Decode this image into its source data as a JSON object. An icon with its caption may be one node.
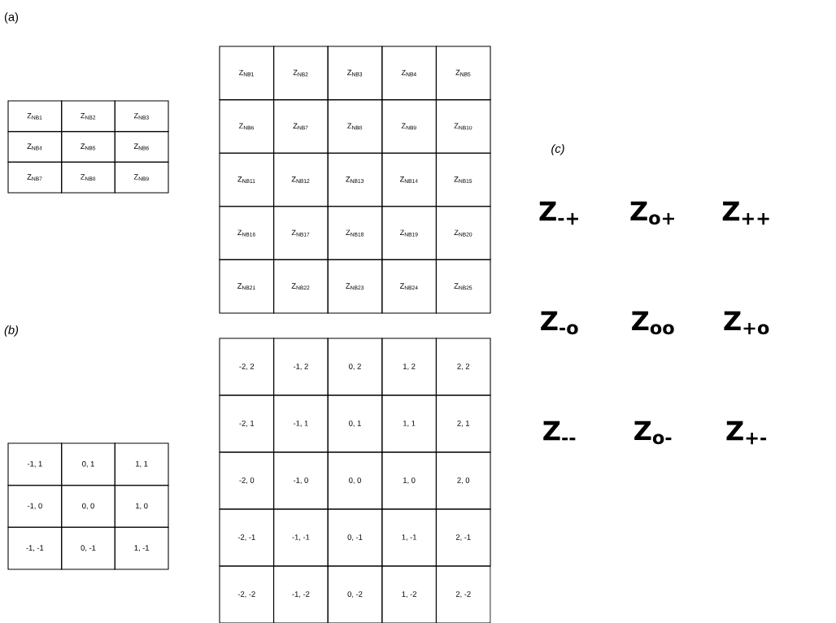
{
  "diagram": {
    "labels": [
      "(a)",
      "Z$_{NB1}$",
      "Z$_{NB2}$",
      "Z$_{NB3}$",
      "Z$_{NB4}$",
      "Z$_{NB5}$",
      "Z$_{NB6}$",
      "Z$_{NB7}$",
      "Z$_{NB8}$",
      "Z$_{NB9}$",
      "Z$_{NB1}$",
      "Z$_{NB2}$",
      "Z$_{NB3}$",
      "Z$_{NB4}$",
      "Z$_{NB5}$",
      "Z$_{NB6}$",
      "Z$_{NB7}$",
      "Z$_{NB8}$",
      "Z$_{NB9}$",
      "Z$_{NB10}$",
      "Z$_{NB11}$",
      "Z$_{NB12}$",
      "Z$_{NB13}$",
      "Z$_{NB14}$",
      "Z$_{NB15}$",
      "Z$_{NB16}$",
      "Z$_{NB17}$",
      "Z$_{NB18}$",
      "Z$_{NB19}$",
      "Z$_{NB20}$",
      "Z$_{NB21}$",
      "Z$_{NB22}$",
      "Z$_{NB23}$",
      "Z$_{NB24}$",
      "Z$_{NB25}$",
      "(b)",
      "-1, 1",
      "0, 1",
      "1, 1",
      "-1, 0",
      "0, 0",
      "1, 0",
      "-1, -1",
      "0, -1",
      "1, -1",
      "-2, 2",
      "-1, 2",
      "0, 2",
      "1, 2",
      "2, 2",
      "-2, 1",
      "-1, 1",
      "0, 1",
      "1, 1",
      "2, 1",
      "-2, 0",
      "-1, 0",
      "0, 0",
      "1, 0",
      "2, 0",
      "-2, -1",
      "-1, -1",
      "0, -1",
      "1, -1",
      "2, -1",
      "-2, -2",
      "-1, -2",
      "0, -2",
      "1, -2",
      "2, -2",
      "(c)",
      "Z$_{-+}$",
      "Z$_{o+}$",
      "Z$_{++}$",
      "Z$_{-o}$",
      "Z$_{oo}$",
      "Z$_{+o}$",
      "Z$_{--}$",
      "Z$_{o-}$",
      "Z$_{+-}$"
    ]
  }
}
